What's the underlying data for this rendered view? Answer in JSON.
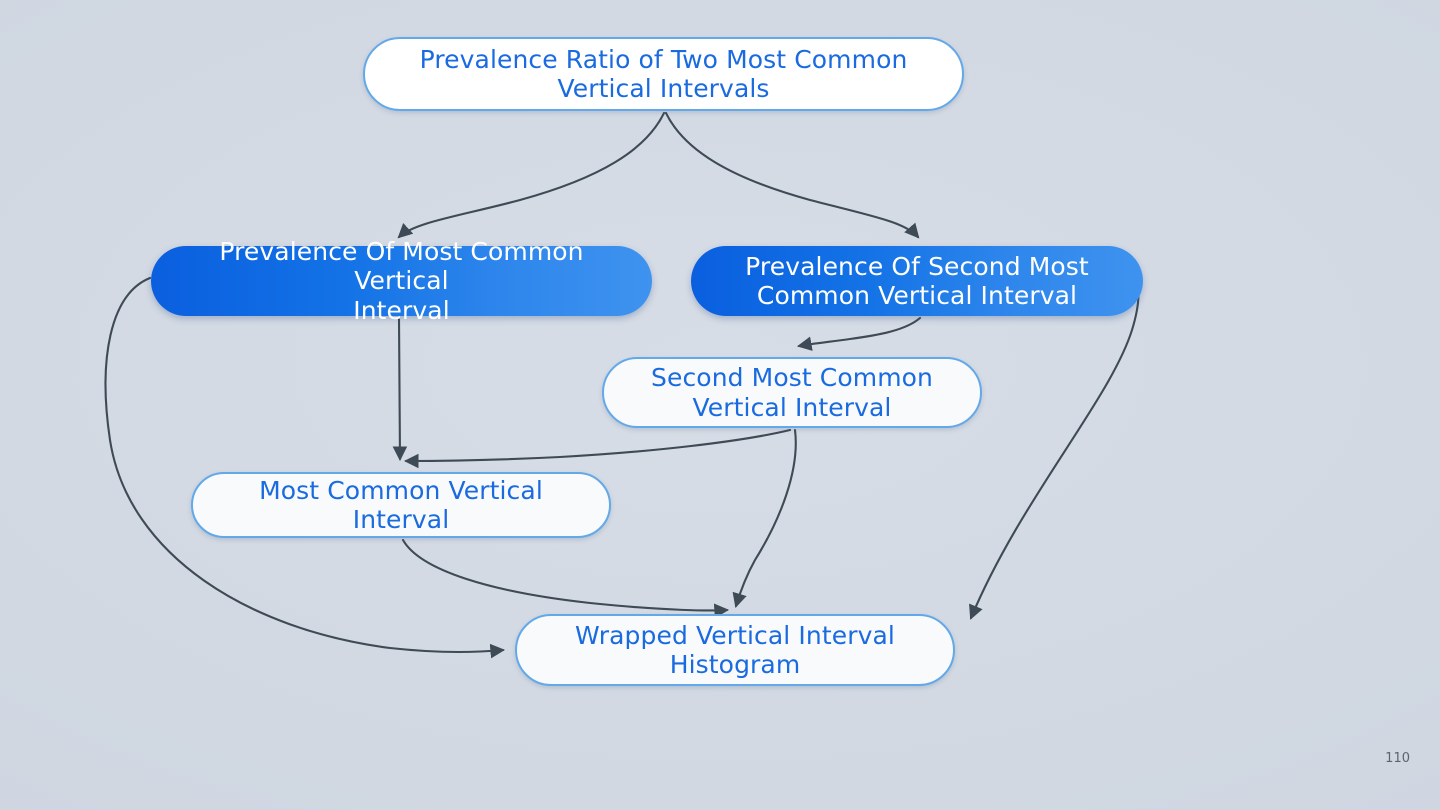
{
  "slide": {
    "background_color": "#d2d9e3",
    "page_number": "110"
  },
  "palette": {
    "accent_gradient_start": "#0a5fdf",
    "accent_gradient_end": "#3f93ef",
    "node_border": "#63a8e9",
    "node_fill": "#f8fafb",
    "text_blue": "#1a6ae0",
    "text_white": "#ffffff",
    "edge_stroke": "#3e4a55"
  },
  "diagram": {
    "type": "flow-graph",
    "nodes": [
      {
        "id": "prevalence-ratio",
        "label": "Prevalence Ratio of Two Most Common\nVertical Intervals",
        "style": "light"
      },
      {
        "id": "prevalence-most",
        "label": "Prevalence Of Most Common Vertical\nInterval",
        "style": "accent"
      },
      {
        "id": "prevalence-second-most",
        "label": "Prevalence Of Second Most\nCommon Vertical Interval",
        "style": "accent"
      },
      {
        "id": "second-most-common",
        "label": "Second Most Common\nVertical Interval",
        "style": "light"
      },
      {
        "id": "most-common",
        "label": "Most Common Vertical Interval",
        "style": "light"
      },
      {
        "id": "wrapped-histogram",
        "label": "Wrapped Vertical Interval\nHistogram",
        "style": "light"
      }
    ],
    "edges": [
      {
        "from": "prevalence-ratio",
        "to": "prevalence-most"
      },
      {
        "from": "prevalence-ratio",
        "to": "prevalence-second-most"
      },
      {
        "from": "prevalence-second-most",
        "to": "second-most-common"
      },
      {
        "from": "prevalence-second-most",
        "to": "wrapped-histogram"
      },
      {
        "from": "prevalence-most",
        "to": "most-common"
      },
      {
        "from": "prevalence-most",
        "to": "wrapped-histogram"
      },
      {
        "from": "second-most-common",
        "to": "most-common"
      },
      {
        "from": "second-most-common",
        "to": "wrapped-histogram"
      },
      {
        "from": "most-common",
        "to": "wrapped-histogram"
      }
    ]
  }
}
